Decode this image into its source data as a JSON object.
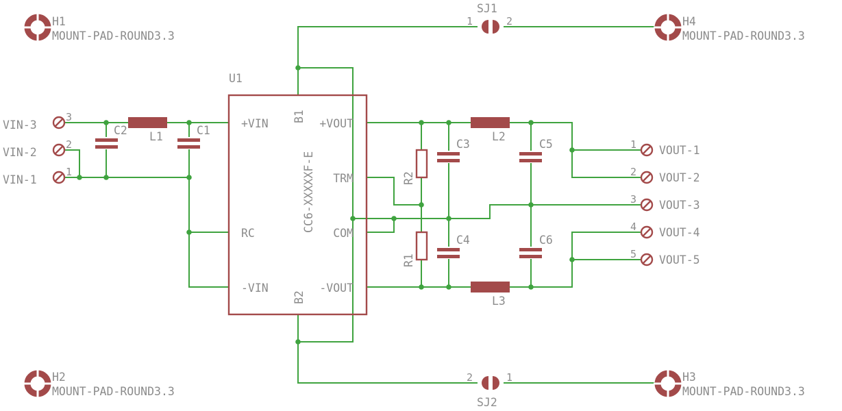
{
  "mount_pads": {
    "h1": {
      "name": "H1",
      "value": "MOUNT-PAD-ROUND3.3"
    },
    "h2": {
      "name": "H2",
      "value": "MOUNT-PAD-ROUND3.3"
    },
    "h3": {
      "name": "H3",
      "value": "MOUNT-PAD-ROUND3.3"
    },
    "h4": {
      "name": "H4",
      "value": "MOUNT-PAD-ROUND3.3"
    }
  },
  "jumpers": {
    "sj1": {
      "name": "SJ1",
      "pin_left": "1",
      "pin_right": "2"
    },
    "sj2": {
      "name": "SJ2",
      "pin_left": "2",
      "pin_right": "1"
    }
  },
  "u1": {
    "name": "U1",
    "value": "CC6-XXXXXF-E",
    "pins": {
      "vin_pos": "+VIN",
      "rc": "RC",
      "vin_neg": "-VIN",
      "vout_pos": "+VOUT",
      "trm": "TRM",
      "com": "COM",
      "vout_neg": "-VOUT",
      "b1": "B1",
      "b2": "B2"
    }
  },
  "input_terminals": [
    {
      "label": "VIN-3",
      "pin": "3"
    },
    {
      "label": "VIN-2",
      "pin": "2"
    },
    {
      "label": "VIN-1",
      "pin": "1"
    }
  ],
  "output_terminals": [
    {
      "label": "VOUT-1",
      "pin": "1"
    },
    {
      "label": "VOUT-2",
      "pin": "2"
    },
    {
      "label": "VOUT-3",
      "pin": "3"
    },
    {
      "label": "VOUT-4",
      "pin": "4"
    },
    {
      "label": "VOUT-5",
      "pin": "5"
    }
  ],
  "components": {
    "c1": "C1",
    "c2": "C2",
    "c3": "C3",
    "c4": "C4",
    "c5": "C5",
    "c6": "C6",
    "l1": "L1",
    "l2": "L2",
    "l3": "L3",
    "r1": "R1",
    "r2": "R2"
  },
  "colors": {
    "wire": "#3fa33f",
    "symbol": "#a34a4a",
    "text": "#8c8c8c",
    "background": "#ffffff"
  }
}
